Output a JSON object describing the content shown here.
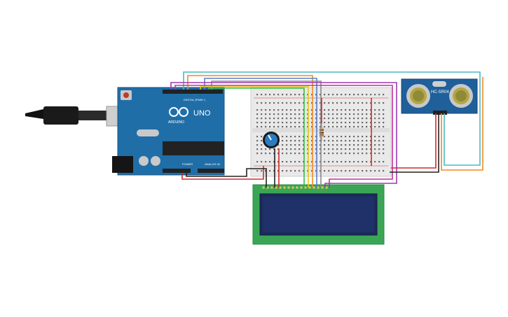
{
  "arduino": {
    "brand": "ARDUINO",
    "model": "UNO",
    "digital_header": "DIGITAL (PWM~)",
    "power_header": "POWER",
    "analog_header": "ANALOG IN"
  },
  "ultrasonic_sensor": {
    "label": "HC-SR04"
  },
  "lcd": {
    "screen_text": ""
  },
  "colors": {
    "board_blue": "#1f6ea8",
    "breadboard": "#e9e9e9",
    "lcd_green": "#3aa655",
    "lcd_screen": "#1b2a5a",
    "sensor_blue": "#1f5f9a",
    "wire_red": "#d42b2b",
    "wire_black": "#222222",
    "wire_purple": "#9b3cb0",
    "wire_magenta": "#c2309a",
    "wire_yellow": "#e6c619",
    "wire_orange": "#f08a1e",
    "wire_green": "#3bbf3b",
    "wire_teal": "#4cb8c4",
    "wire_blue": "#5a7fc8",
    "wire_gray": "#8a8a8a"
  },
  "icons": [
    "usb-cable-icon",
    "potentiometer-icon",
    "resistor-icon",
    "reset-button-icon",
    "crystal-icon",
    "chip-icon"
  ]
}
